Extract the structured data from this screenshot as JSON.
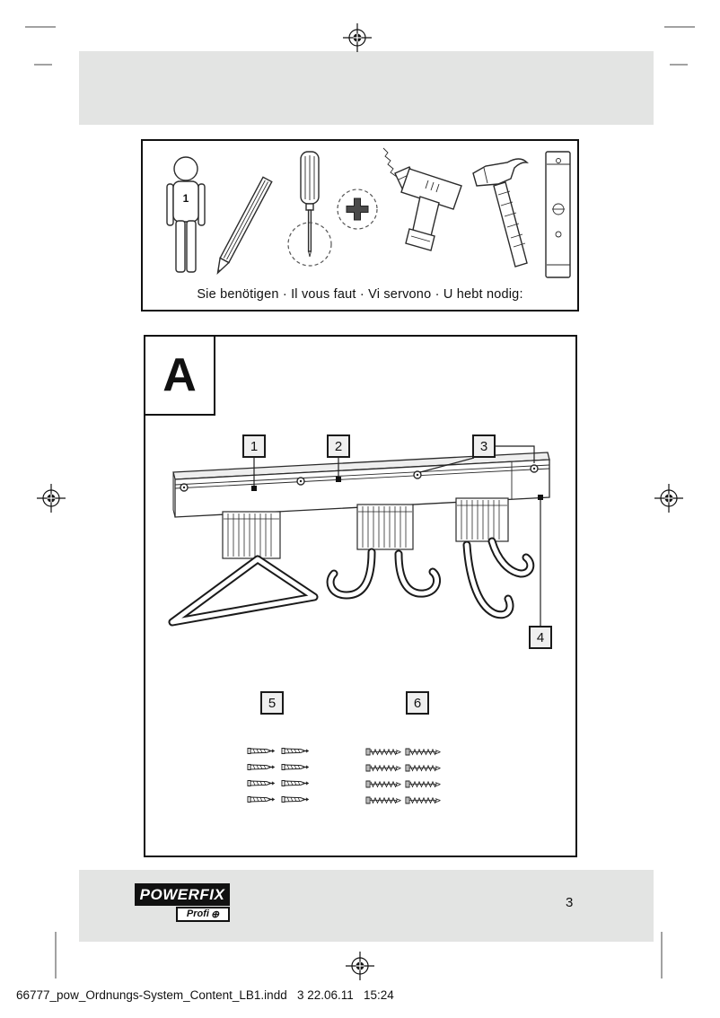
{
  "page": {
    "imprint": "66777_pow_Ordnungs-System_Content_LB1.indd   3 22.06.11   15:24"
  },
  "tools_box": {
    "caption": "Sie benötigen · Il vous faut · Vi servono · U hebt nodig:",
    "person_label": "1",
    "icons": [
      "person-icon",
      "pencil-icon",
      "screwdriver-icon",
      "phillips-bit-icon",
      "drill-icon",
      "hammer-icon",
      "spirit-level-icon"
    ]
  },
  "diagram": {
    "section_label": "A",
    "callouts": [
      {
        "label": "1"
      },
      {
        "label": "2"
      },
      {
        "label": "3"
      },
      {
        "label": "4"
      },
      {
        "label": "5"
      },
      {
        "label": "6"
      }
    ]
  },
  "footer": {
    "logo_primary": "POWERFIX",
    "logo_secondary": "Profi",
    "logo_symbol": "⊕",
    "page_number": "3"
  },
  "colors": {
    "margin_bar": "#e3e4e3",
    "ink": "#111111"
  }
}
